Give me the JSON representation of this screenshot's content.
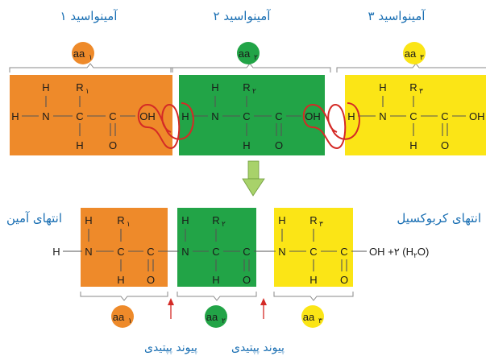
{
  "colors": {
    "aa1": "#ee8a2a",
    "aa2": "#22a447",
    "aa3": "#fbe516",
    "label_blue": "#1a6fb3",
    "loop_red": "#d42a26",
    "arrow_red": "#d42a26",
    "down_arrow": "#a8d26a"
  },
  "top": {
    "titles": [
      "آمینواسید ۱",
      "آمینواسید ۲",
      "آمینواسید ۳"
    ],
    "badges": [
      "aa",
      "aa",
      "aa"
    ],
    "badge_subs": [
      "۱",
      "۲",
      "۳"
    ]
  },
  "atoms": {
    "H": "H",
    "N": "N",
    "C": "C",
    "O": "O",
    "OH": "OH",
    "R": "R",
    "r_subs": [
      "۱",
      "۲",
      "۳"
    ]
  },
  "bottom": {
    "amine_end": "انتهای آمین",
    "carboxyl_end": "انتهای کربوکسیل",
    "water_prefix": "OH +۲ (H",
    "water_sub": "۲",
    "water_suffix": "O)",
    "badges": [
      "aa",
      "aa",
      "aa"
    ],
    "badge_subs": [
      "۱",
      "۲",
      "۳"
    ],
    "peptide_bond_labels": [
      "پیوند پپتیدی",
      "پیوند پپتیدی"
    ]
  }
}
